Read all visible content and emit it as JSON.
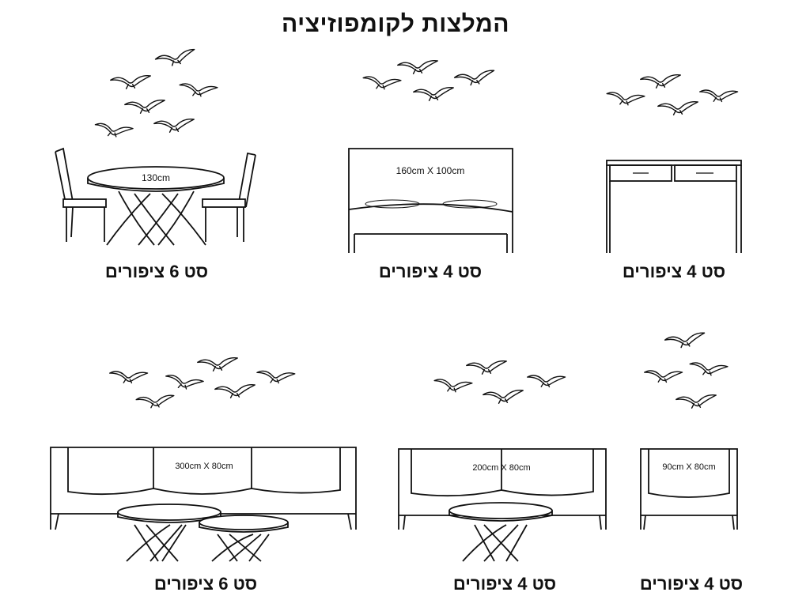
{
  "title": "המלצות לקומפוזיציה",
  "panels": [
    {
      "id": "dining",
      "dimension": "130cm",
      "caption": "סט 6 ציפורים"
    },
    {
      "id": "bed",
      "dimension": "160cm X 100cm",
      "caption": "סט 4 ציפורים"
    },
    {
      "id": "console",
      "dimension": "",
      "caption": "סט 4 ציפורים"
    },
    {
      "id": "sofa-large",
      "dimension": "300cm X 80cm",
      "caption": "סט 6 ציפורים"
    },
    {
      "id": "sofa-medium",
      "dimension": "200cm X 80cm",
      "caption": "סט 4 ציפורים"
    },
    {
      "id": "armchair",
      "dimension": "90cm X 80cm",
      "caption": "סט 4 ציפורים"
    }
  ]
}
